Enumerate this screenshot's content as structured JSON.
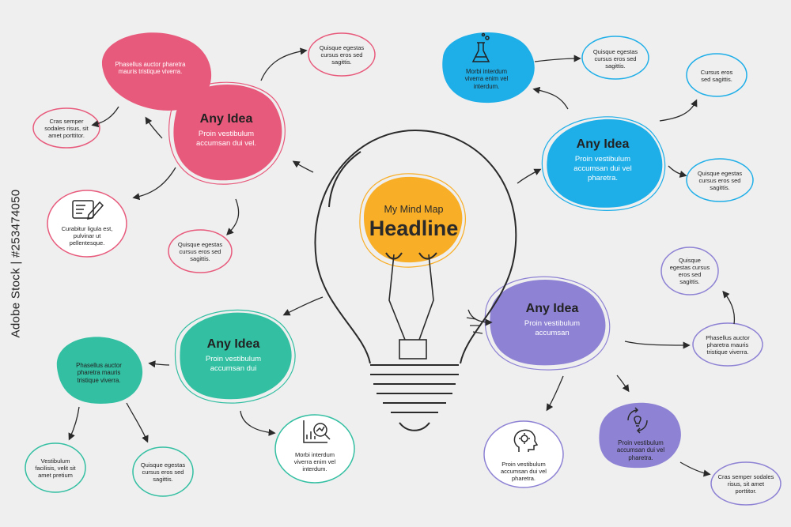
{
  "center": {
    "subtitle": "My Mind Map",
    "title": "Headline"
  },
  "colors": {
    "pink": "#e85a7c",
    "blue": "#1eaee8",
    "green": "#33bfa2",
    "purple": "#8d82d4",
    "yellow": "#f8ae27",
    "ink": "#2a2a2a",
    "bg": "#efefef"
  },
  "pink": {
    "main": {
      "title": "Any Idea",
      "text": "Proin vestibulum accumsan dui vel."
    },
    "secondary": "Phasellus auctor pharetra mauris tristique viverra.",
    "bubble_top": "Quisque egestas cursus eros sed sagittis.",
    "bubble_left": "Cras semper sodales risus, sit amet porttitor.",
    "bubble_icon": "Curabitur ligula est, pulvinar ut pellentesque.",
    "bubble_bottom": "Quisque egestas cursus eros sed sagittis.",
    "icon": "document-pen-icon"
  },
  "blue": {
    "main": {
      "title": "Any Idea",
      "text": "Proin vestibulum accumsan dui vel pharetra."
    },
    "secondary": "Morbi interdum viverra enim vel interdum.",
    "bubble_top": "Quisque egestas cursus eros sed sagittis.",
    "bubble_right_top": "Cursus eros sed sagittis.",
    "bubble_right": "Quisque egestas cursus eros sed sagittis.",
    "icon": "flask-icon"
  },
  "green": {
    "main": {
      "title": "Any Idea",
      "text": "Proin vestibulum accumsan dui"
    },
    "secondary": "Phasellus auctor pharetra mauris tristique viverra.",
    "bubble_left": "Vestibulum facilisis, velit sit amet pretium",
    "bubble_mid": "Quisque egestas cursus eros sed sagittis.",
    "bubble_icon": "Morbi interdum viverra enim vel interdum.",
    "icon": "chart-magnifier-icon"
  },
  "purple": {
    "main": {
      "title": "Any Idea",
      "text": "Proin vestibulum accumsan"
    },
    "secondary": "Proin vestibulum accumsan dui vel pharetra.",
    "bubble_top": "Quisque egestas cursus eros sed sagittis.",
    "bubble_right": "Phasellus auctor pharetra mauris tristique viverra.",
    "bubble_icon": "Proin vestibulum accumsan dui vel pharetra.",
    "bubble_bottom": "Cras semper sodales risus, sit amet porttitor.",
    "icon": "head-gear-icon",
    "icon2": "lightbulb-cycle-icon"
  },
  "watermark": "Adobe Stock | #253474050"
}
